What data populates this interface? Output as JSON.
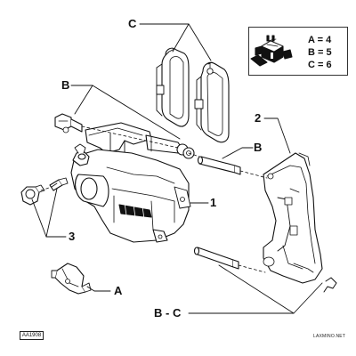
{
  "callouts": {
    "c_top": "C",
    "b_left": "B",
    "b_right": "B",
    "num_1": "1",
    "num_2": "2",
    "num_3": "3",
    "a_bottom": "A",
    "b_c_bottom": "B - C"
  },
  "legend": {
    "line_a": "A = 4",
    "line_b": "B = 5",
    "line_c": "C = 6",
    "icon": "torque-wrench-icon"
  },
  "figure_id": "AA1908",
  "watermark": "LAXMINO.NET"
}
